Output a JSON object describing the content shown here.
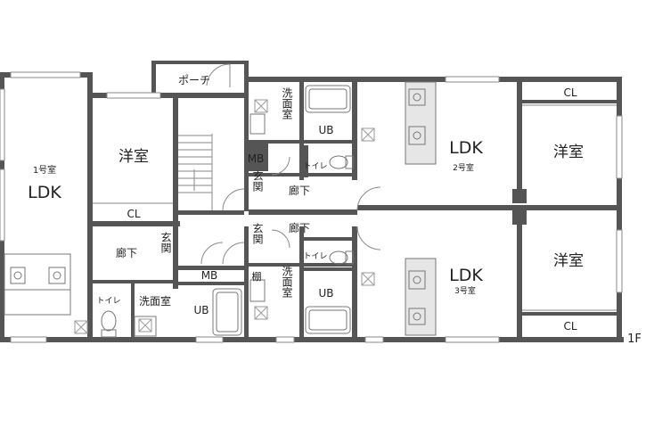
{
  "floor": "1F",
  "units": {
    "u1": {
      "number": "1号室",
      "ldk": "LDK",
      "bedroom": "洋室",
      "closet": "CL",
      "hallway": "廊下",
      "entrance": "玄関",
      "washroom": "洗面室",
      "toilet": "トイレ",
      "bath": "UB"
    },
    "u2": {
      "number": "2号室",
      "ldk": "LDK",
      "bedroom": "洋室",
      "closet": "CL",
      "hallway": "廊下",
      "entrance": "玄関",
      "washroom": "洗面室",
      "toilet": "トイレ",
      "bath": "UB"
    },
    "u3": {
      "number": "3号室",
      "ldk": "LDK",
      "bedroom": "洋室",
      "closet": "CL",
      "hallway": "廊下",
      "entrance": "玄関",
      "washroom": "洗面室",
      "toilet": "トイレ",
      "bath": "UB",
      "shelf": "棚"
    }
  },
  "common": {
    "porch": "ポーチ",
    "mb_upper": "MB",
    "mb_lower": "MB"
  }
}
